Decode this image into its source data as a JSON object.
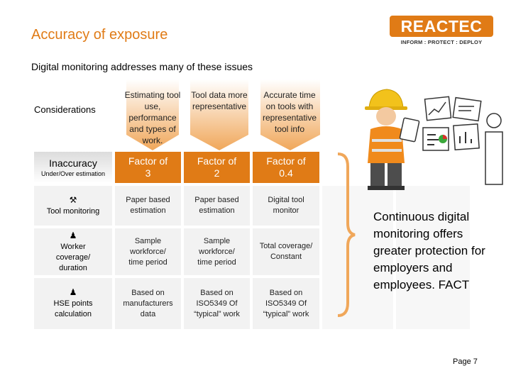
{
  "slide": {
    "title": "Accuracy of exposure",
    "subtitle": "Digital monitoring addresses many of these issues",
    "page": "Page 7"
  },
  "logo": {
    "name": "REACTEC",
    "tagline": "INFORM : PROTECT : DEPLOY"
  },
  "considerations_label": "Considerations",
  "columns": [
    {
      "arrow_text": "Estimating tool use, performance and types of work.",
      "factor": "Factor of 3"
    },
    {
      "arrow_text": "Tool data more representative",
      "factor": "Factor of 2"
    },
    {
      "arrow_text": "Accurate time on tools with representative tool info",
      "factor": "Factor of 0.4"
    }
  ],
  "header_row": {
    "label": "Inaccuracy",
    "sublabel": "Under/Over estimation"
  },
  "rows": [
    {
      "icon": "tool-icon",
      "label": "Tool monitoring",
      "cells": [
        "Paper based estimation",
        "Paper based estimation",
        "Digital tool monitor"
      ]
    },
    {
      "icon": "worker-icon",
      "label": "Worker coverage/ duration",
      "cells": [
        "Sample workforce/ time period",
        "Sample workforce/ time period",
        "Total coverage/ Constant"
      ]
    },
    {
      "icon": "person-icon",
      "label": "HSE points calculation",
      "cells": [
        "Based on manufacturers data",
        "Based on ISO5349 Of “typical” work",
        "Based on ISO5349 Of “typical” work"
      ]
    }
  ],
  "conclusion": "Continuous digital monitoring offers greater protection for employers and employees. FACT",
  "colors": {
    "accent": "#e07b16",
    "cell_bg": "#f2f2f2"
  }
}
